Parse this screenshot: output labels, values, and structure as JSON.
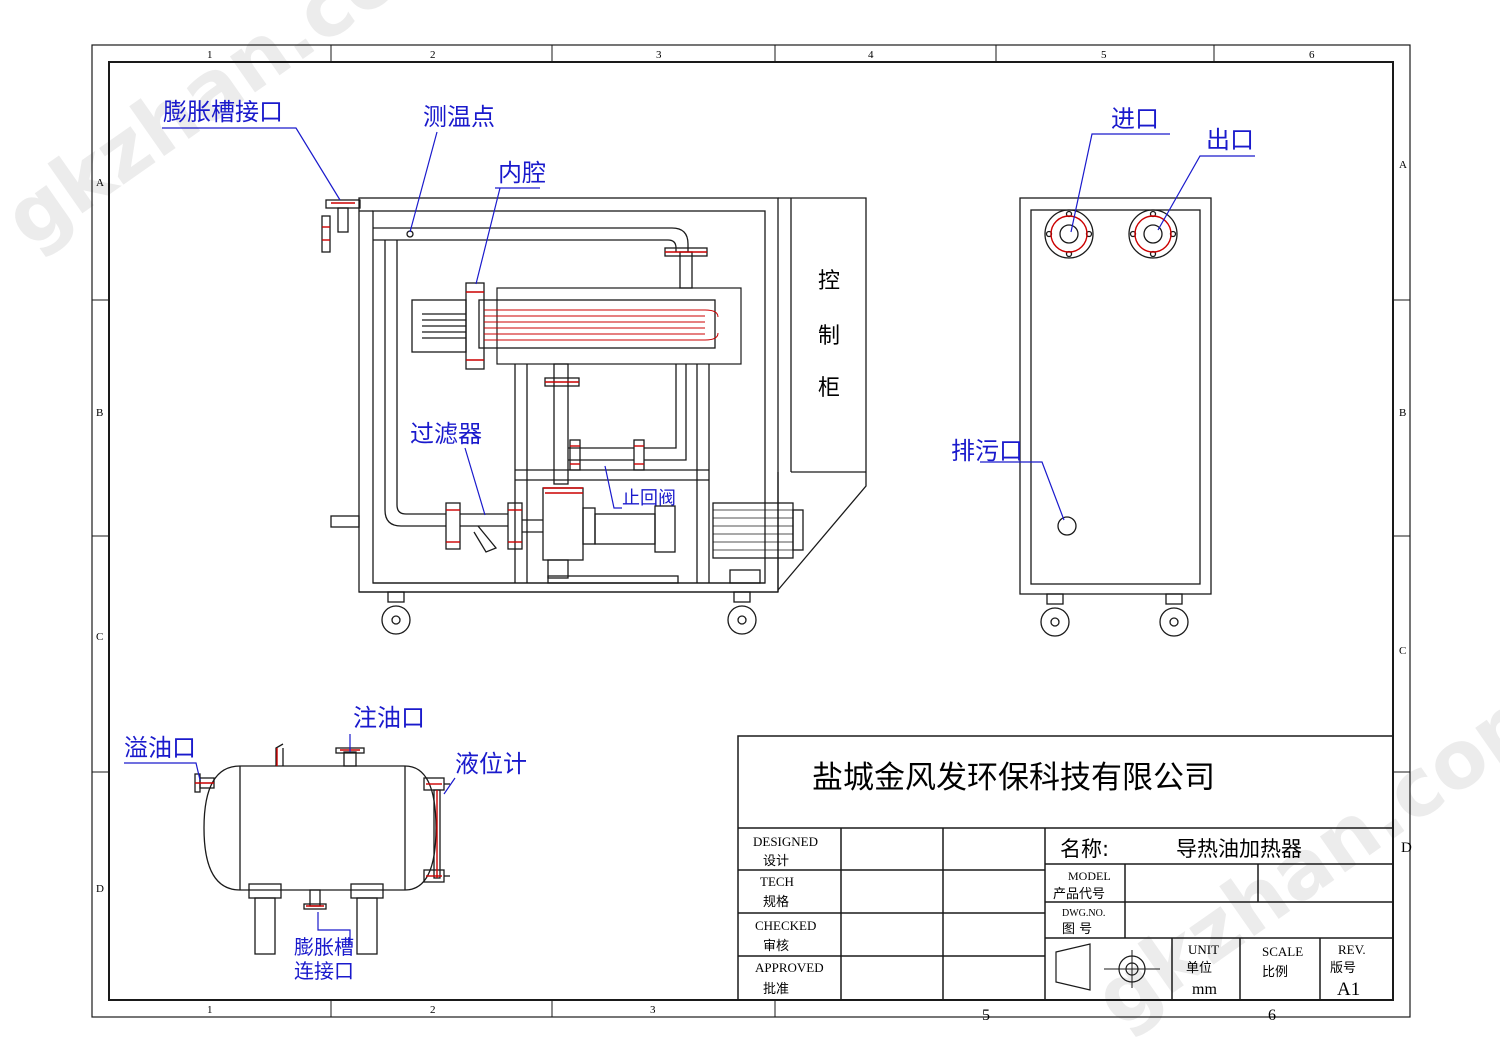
{
  "border": {
    "cols": [
      "1",
      "2",
      "3",
      "4",
      "5",
      "6"
    ],
    "bottom_cols": [
      "1",
      "2",
      "3",
      "5",
      "6"
    ],
    "rows": [
      "A",
      "B",
      "C",
      "D"
    ]
  },
  "watermark": "gkzhan.com",
  "side_view": {
    "labels": {
      "expansion_port": "膨胀槽接口",
      "temp_point": "测温点",
      "inner_cavity": "内腔",
      "filter": "过滤器",
      "check_valve": "止回阀",
      "control_cabinet": [
        "控",
        "制",
        "柜"
      ]
    }
  },
  "front_view": {
    "labels": {
      "inlet": "进口",
      "outlet": "出口",
      "drain": "排污口"
    }
  },
  "tank_view": {
    "labels": {
      "overflow": "溢油口",
      "fill": "注油口",
      "level_gauge": "液位计",
      "expansion_conn_line1": "膨胀槽",
      "expansion_conn_line2": "连接口"
    }
  },
  "title_block": {
    "company": "盐城金风发环保科技有限公司",
    "name_label": "名称:",
    "name_value": "导热油加热器",
    "designed_en": "DESIGNED",
    "designed_cn": "设计",
    "tech_en": "TECH",
    "tech_cn": "规格",
    "checked_en": "CHECKED",
    "checked_cn": "审核",
    "approved_en": "APPROVED",
    "approved_cn": "批准",
    "model_en": "MODEL",
    "model_cn": "产品代号",
    "dwg_en": "DWG.NO.",
    "dwg_cn": "图  号",
    "unit_en": "UNIT",
    "unit_cn": "单位",
    "unit_value": "mm",
    "scale_en": "SCALE",
    "scale_cn": "比例",
    "rev_en": "REV.",
    "rev_cn": "版号",
    "rev_value": "A1"
  },
  "colors": {
    "line": "#1a1a1a",
    "label": "#1a1acc",
    "accent_red": "#cc0000",
    "label_leader": "#1a1acc"
  }
}
